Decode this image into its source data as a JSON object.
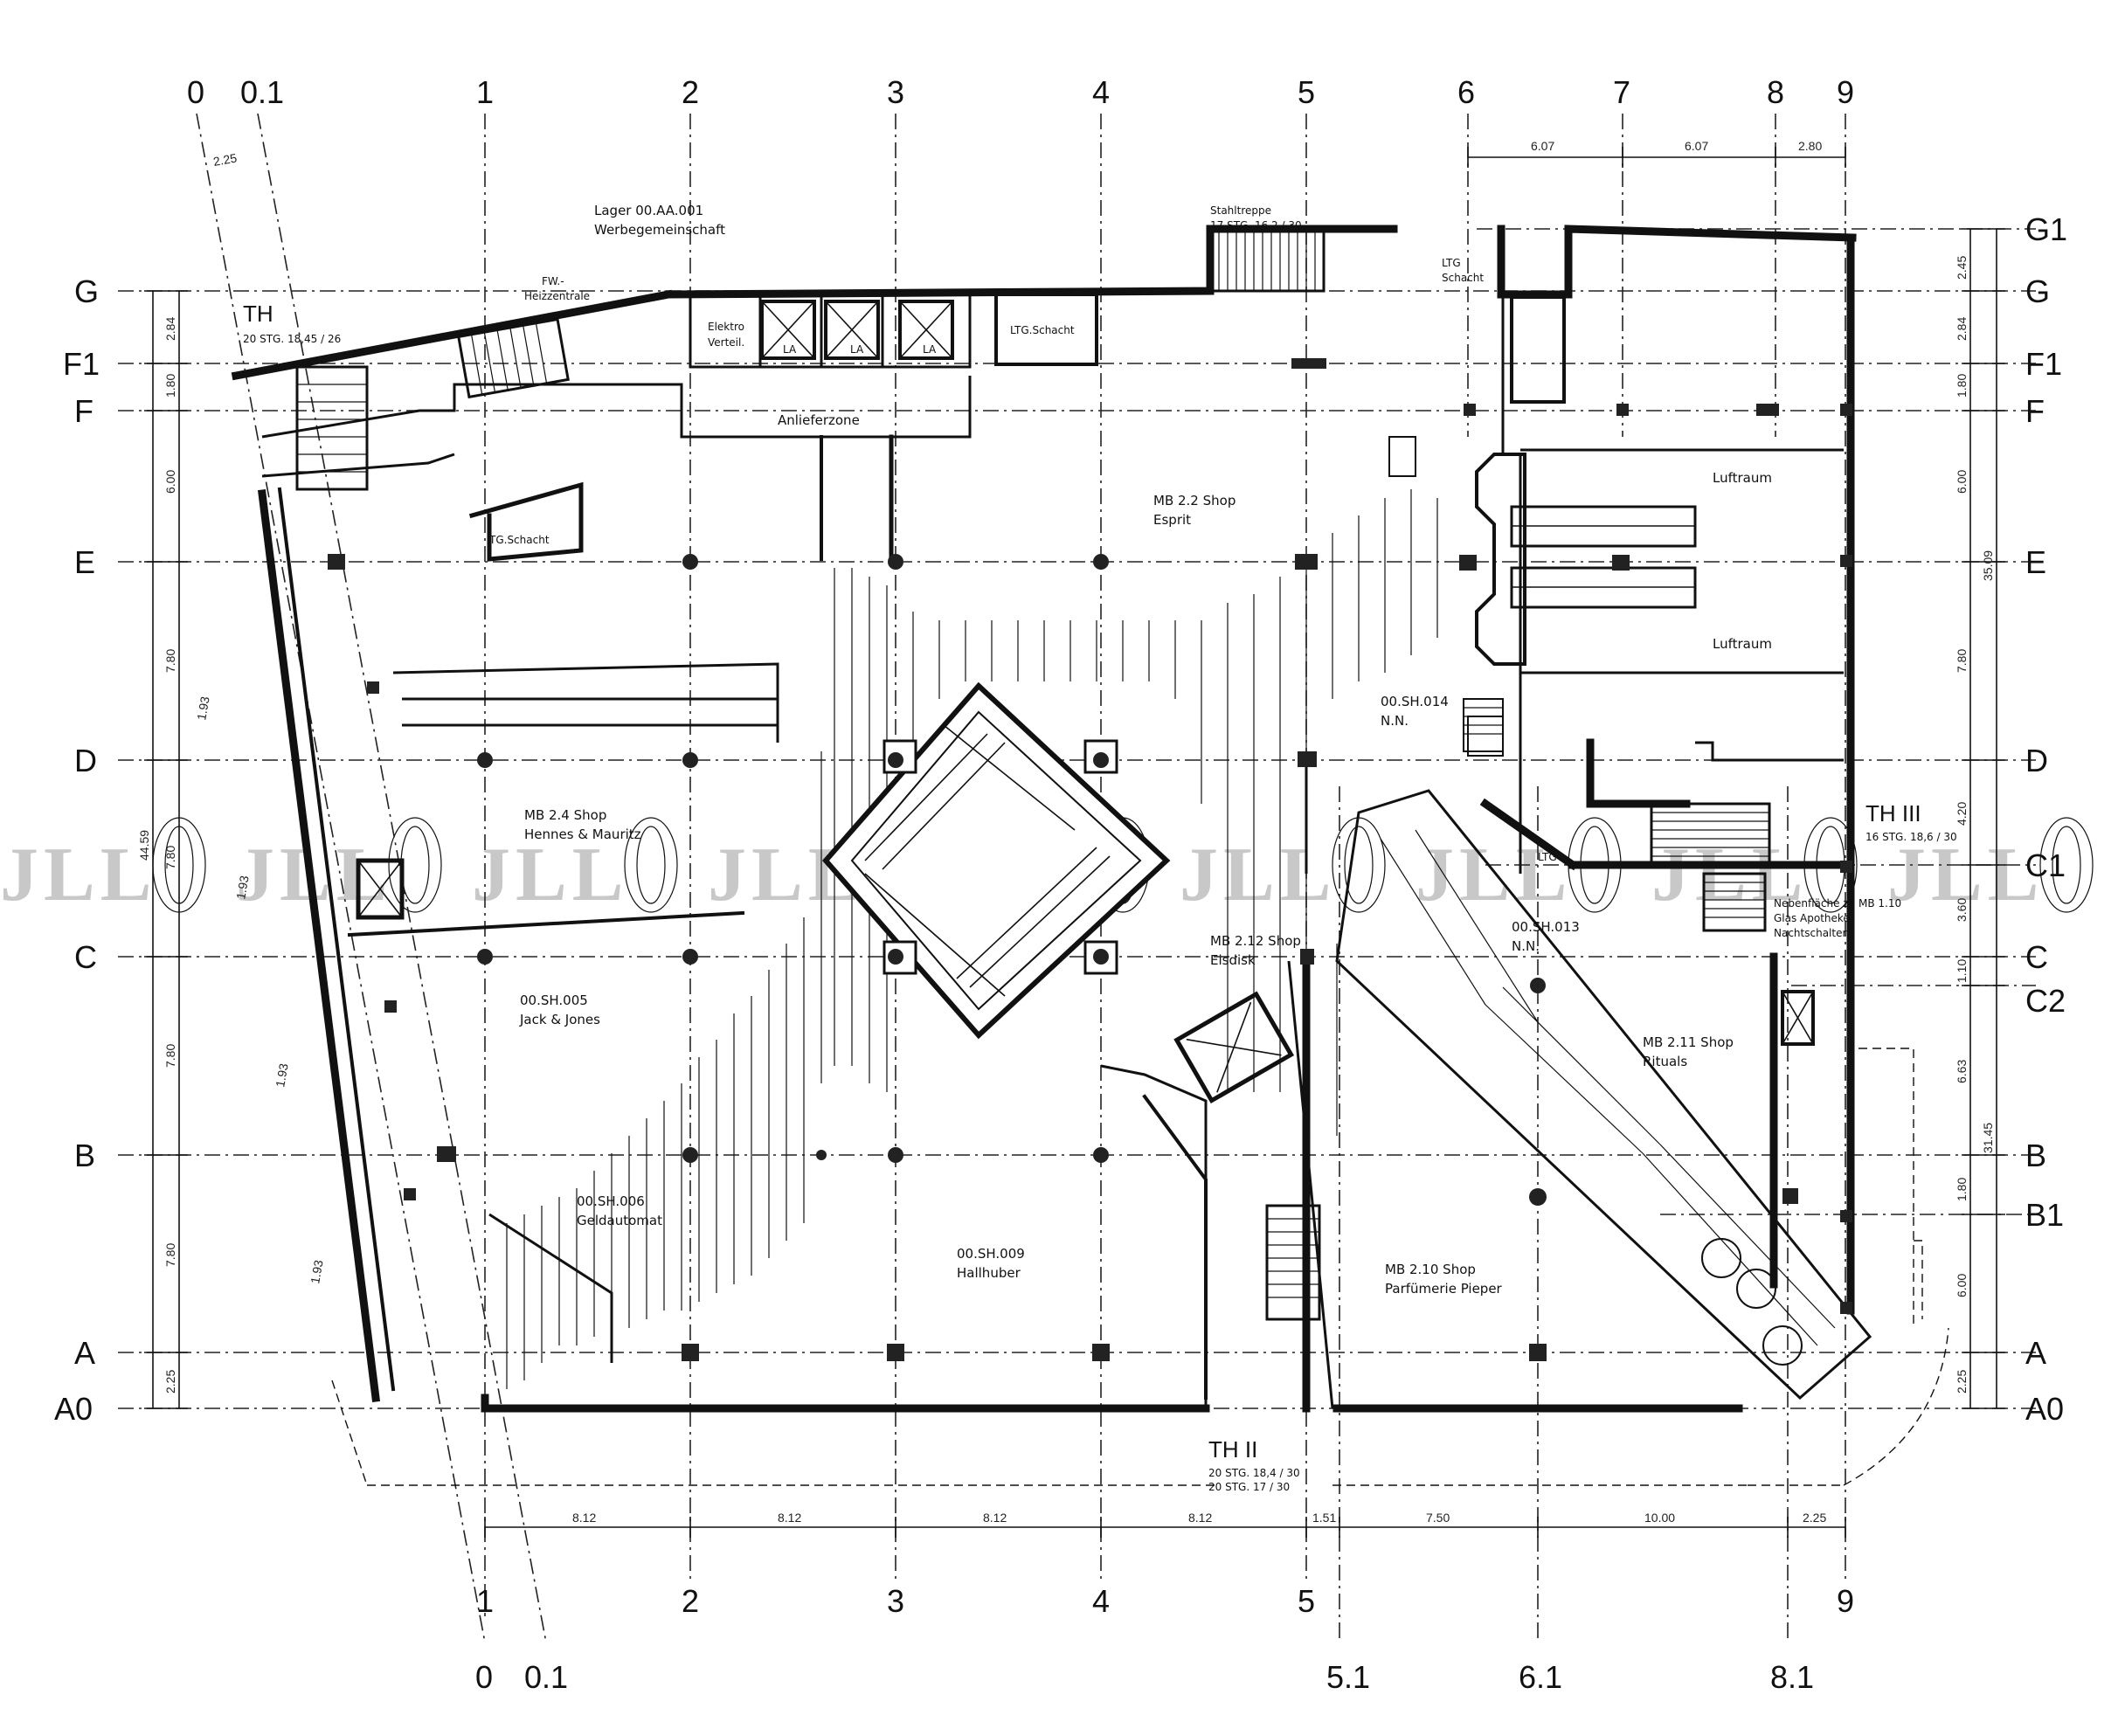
{
  "axes": {
    "vertical_top": [
      {
        "label": "0"
      },
      {
        "label": "0.1"
      },
      {
        "label": "1"
      },
      {
        "label": "2"
      },
      {
        "label": "3"
      },
      {
        "label": "4"
      },
      {
        "label": "5"
      },
      {
        "label": "6"
      },
      {
        "label": "7"
      },
      {
        "label": "8"
      },
      {
        "label": "9"
      }
    ],
    "vertical_bottom": [
      {
        "label": "1"
      },
      {
        "label": "2"
      },
      {
        "label": "3"
      },
      {
        "label": "4"
      },
      {
        "label": "5"
      },
      {
        "label": "9"
      },
      {
        "label": "0"
      },
      {
        "label": "0.1"
      },
      {
        "label": "5.1"
      },
      {
        "label": "6.1"
      },
      {
        "label": "8.1"
      }
    ],
    "horizontal": [
      {
        "label": "G1"
      },
      {
        "label": "G"
      },
      {
        "label": "F1"
      },
      {
        "label": "F"
      },
      {
        "label": "E"
      },
      {
        "label": "D"
      },
      {
        "label": "C1"
      },
      {
        "label": "C"
      },
      {
        "label": "C2"
      },
      {
        "label": "B"
      },
      {
        "label": "B1"
      },
      {
        "label": "A"
      },
      {
        "label": "A0"
      }
    ]
  },
  "dimensions": {
    "top": [
      "6.07",
      "6.07",
      "2.80"
    ],
    "bottom": [
      "8.12",
      "8.12",
      "8.12",
      "8.12",
      "1.51",
      "7.50",
      "10.00",
      "2.25"
    ],
    "left": [
      "2.84",
      "1.80",
      "6.00",
      "7.80",
      "7.80",
      "7.80",
      "7.80",
      "2.25",
      "44.59"
    ],
    "left_diagonal": [
      "1.93",
      "1.93",
      "1.93",
      "1.93"
    ],
    "right": [
      "2.45",
      "2.84",
      "1.80",
      "6.00",
      "7.80",
      "4.20",
      "3.60",
      "1.10",
      "6.63",
      "1.80",
      "6.00",
      "2.25",
      "35.09",
      "31.45"
    ],
    "diagonal_top": "2.25"
  },
  "rooms": [
    {
      "label": "Lager 00.AA.001"
    },
    {
      "label": "Werbegemeinschaft"
    },
    {
      "label": "Stahltreppe"
    },
    {
      "label": "17 STG. 16,2 / 30"
    },
    {
      "label": "LTG"
    },
    {
      "label": "Schacht"
    },
    {
      "label": "TH"
    },
    {
      "label": "20 STG. 18,45 / 26"
    },
    {
      "label": "FW.-"
    },
    {
      "label": "Heizzentrale"
    },
    {
      "label": "Elektro"
    },
    {
      "label": "Verteil."
    },
    {
      "label": "LA"
    },
    {
      "label": "LTG.Schacht"
    },
    {
      "label": "Anlieferzone"
    },
    {
      "label": "TG.Schacht"
    },
    {
      "label": "MB 2.2 Shop"
    },
    {
      "label": "Esprit"
    },
    {
      "label": "Luftraum"
    },
    {
      "label": "00.SH.014"
    },
    {
      "label": "N.N."
    },
    {
      "label": "MB 2.4 Shop"
    },
    {
      "label": "Hennes & Mauritz"
    },
    {
      "label": "TH III"
    },
    {
      "label": "16 STG. 18,6 / 30"
    },
    {
      "label": "LTG"
    },
    {
      "label": "Nebenfläche zu MB 1.10"
    },
    {
      "label": "Glas Apotheke"
    },
    {
      "label": "Nachtschalter"
    },
    {
      "label": "MB 2.12 Shop"
    },
    {
      "label": "Eisdisk"
    },
    {
      "label": "00.SH.013"
    },
    {
      "label": "00.SH.005"
    },
    {
      "label": "Jack & Jones"
    },
    {
      "label": "MB 2.11 Shop"
    },
    {
      "label": "Rituals"
    },
    {
      "label": "00.SH.006"
    },
    {
      "label": "Geldautomat"
    },
    {
      "label": "00.SH.009"
    },
    {
      "label": "Hallhuber"
    },
    {
      "label": "MB 2.10 Shop"
    },
    {
      "label": "Parfümerie Pieper"
    },
    {
      "label": "TH II"
    },
    {
      "label": "20 STG. 18,4 / 30"
    },
    {
      "label": "20 STG. 17 / 30"
    }
  ],
  "watermark": {
    "text": "JLL"
  }
}
